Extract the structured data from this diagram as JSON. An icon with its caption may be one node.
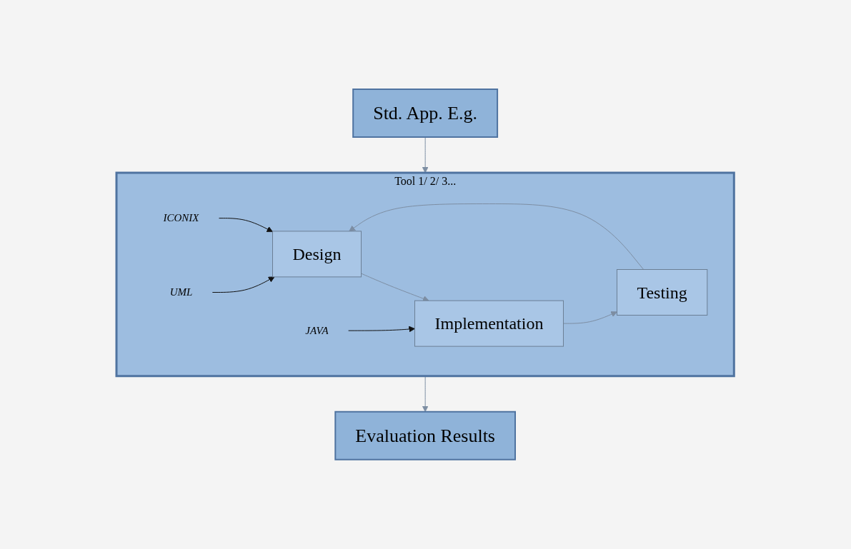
{
  "diagram": {
    "nodes": [
      {
        "text": [
          "Std. App. E.g."
        ]
      },
      {
        "text": [
          "Tool 1/ 2/ 3..."
        ]
      },
      {
        "text": [
          "Design"
        ],
        "in": 1
      },
      {
        "text": [
          "Testing"
        ],
        "in": 1
      },
      {
        "text": [
          "Implementation"
        ],
        "in": 1
      },
      {
        "text": [
          "ICONIX"
        ],
        "in": 1
      },
      {
        "text": [
          "UML"
        ],
        "in": 1
      },
      {
        "text": [
          "JAVA"
        ],
        "in": 1
      },
      {
        "text": [
          "Evaluation Results"
        ]
      }
    ],
    "edges": [
      {
        "from": 0,
        "to": 1,
        "arrow": "to"
      },
      {
        "from": 3,
        "to": 2,
        "arrow": "to"
      },
      {
        "from": 2,
        "to": 4,
        "arrow": "to"
      },
      {
        "from": 4,
        "to": 3,
        "arrow": "to"
      },
      {
        "from": 5,
        "to": 2,
        "arrow": "to",
        "color": "#111111"
      },
      {
        "from": 6,
        "to": 2,
        "arrow": "to",
        "color": "#111111"
      },
      {
        "from": 7,
        "to": 4,
        "arrow": "to",
        "color": "#111111"
      },
      {
        "from": 1,
        "to": 8,
        "arrow": "to"
      }
    ]
  }
}
